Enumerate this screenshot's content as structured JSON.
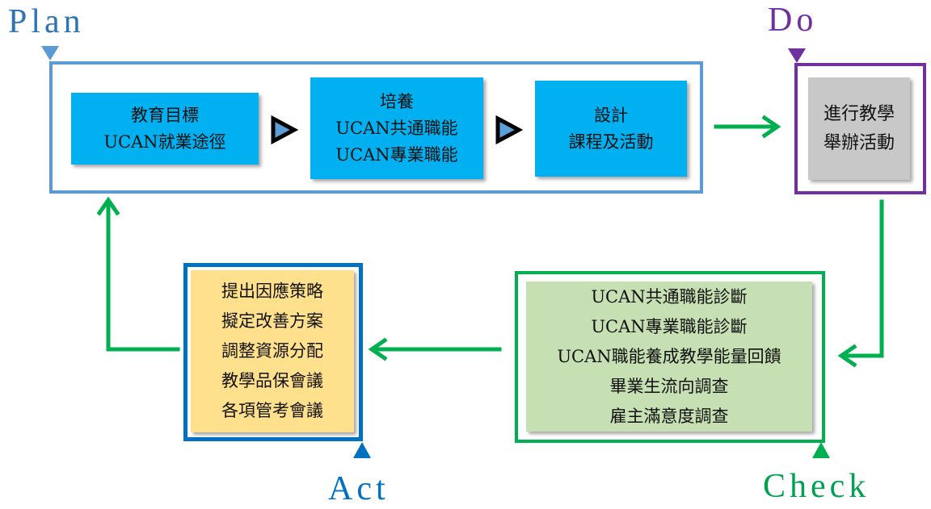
{
  "labels": {
    "plan": "Plan",
    "do": "Do",
    "check": "Check",
    "act": "Act"
  },
  "plan": {
    "steps": [
      {
        "lines": [
          "教育目標",
          "UCAN就業途徑"
        ]
      },
      {
        "lines": [
          "培養",
          "UCAN共通職能",
          "UCAN專業職能"
        ]
      },
      {
        "lines": [
          "設計",
          "課程及活動"
        ]
      }
    ]
  },
  "do": {
    "lines": [
      "進行教學",
      "舉辦活動"
    ]
  },
  "check": {
    "lines": [
      "UCAN共通職能診斷",
      "UCAN專業職能診斷",
      "UCAN職能養成教學能量回饋",
      "畢業生流向調查",
      "雇主滿意度調查"
    ]
  },
  "act": {
    "lines": [
      "提出因應策略",
      "擬定改善方案",
      "調整資源分配",
      "教學品保會議",
      "各項管考會議"
    ]
  },
  "colors": {
    "plan": "#5b9bd5",
    "do": "#7030a0",
    "check": "#00b050",
    "act": "#0070c0",
    "step_fill": "#00b0f0",
    "do_fill": "#c8c8c8",
    "check_fill": "#c6e0b4",
    "act_fill": "#ffe08c"
  }
}
